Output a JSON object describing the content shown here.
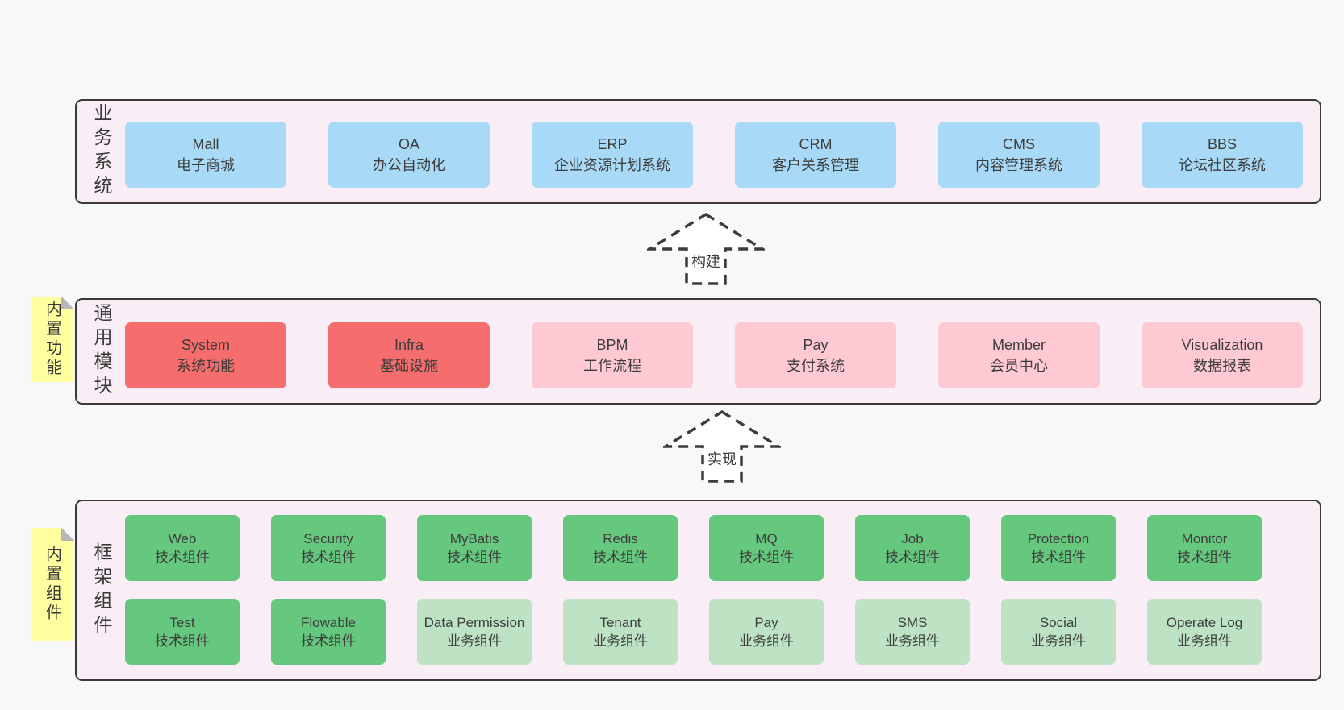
{
  "colors": {
    "page": "#f8f8f8",
    "band-bg": "#f9edf6",
    "band-border": "#3a3a3a",
    "blue": "#a8daf7",
    "red": "#f56d6d",
    "pink": "#fec9d2",
    "green": "#66c87e",
    "green-light": "#bee3c4",
    "sticky": "#ffff9f",
    "sticky-fold": "#b6b6b6",
    "text": "#3a3a3a"
  },
  "bands": [
    {
      "label": "业务系统",
      "boxes": [
        {
          "title": "Mall",
          "subtitle": "电子商城"
        },
        {
          "title": "OA",
          "subtitle": "办公自动化"
        },
        {
          "title": "ERP",
          "subtitle": "企业资源计划系统"
        },
        {
          "title": "CRM",
          "subtitle": "客户关系管理"
        },
        {
          "title": "CMS",
          "subtitle": "内容管理系统"
        },
        {
          "title": "BBS",
          "subtitle": "论坛社区系统"
        }
      ]
    },
    {
      "label": "通用模块",
      "boxes": [
        {
          "title": "System",
          "subtitle": "系统功能"
        },
        {
          "title": "Infra",
          "subtitle": "基础设施"
        },
        {
          "title": "BPM",
          "subtitle": "工作流程"
        },
        {
          "title": "Pay",
          "subtitle": "支付系统"
        },
        {
          "title": "Member",
          "subtitle": "会员中心"
        },
        {
          "title": "Visualization",
          "subtitle": "数据报表"
        }
      ]
    },
    {
      "label": "框架组件",
      "rows": [
        [
          {
            "title": "Web",
            "subtitle": "技术组件"
          },
          {
            "title": "Security",
            "subtitle": "技术组件"
          },
          {
            "title": "MyBatis",
            "subtitle": "技术组件"
          },
          {
            "title": "Redis",
            "subtitle": "技术组件"
          },
          {
            "title": "MQ",
            "subtitle": "技术组件"
          },
          {
            "title": "Job",
            "subtitle": "技术组件"
          },
          {
            "title": "Protection",
            "subtitle": "技术组件"
          },
          {
            "title": "Monitor",
            "subtitle": "技术组件"
          }
        ],
        [
          {
            "title": "Test",
            "subtitle": "技术组件"
          },
          {
            "title": "Flowable",
            "subtitle": "技术组件"
          },
          {
            "title": "Data Permission",
            "subtitle": "业务组件"
          },
          {
            "title": "Tenant",
            "subtitle": "业务组件"
          },
          {
            "title": "Pay",
            "subtitle": "业务组件"
          },
          {
            "title": "SMS",
            "subtitle": "业务组件"
          },
          {
            "title": "Social",
            "subtitle": "业务组件"
          },
          {
            "title": "Operate Log",
            "subtitle": "业务组件"
          }
        ]
      ]
    }
  ],
  "stickies": [
    {
      "text": "内置功能"
    },
    {
      "text": "内置组件"
    }
  ],
  "arrows": [
    {
      "label": "构建"
    },
    {
      "label": "实现"
    }
  ]
}
